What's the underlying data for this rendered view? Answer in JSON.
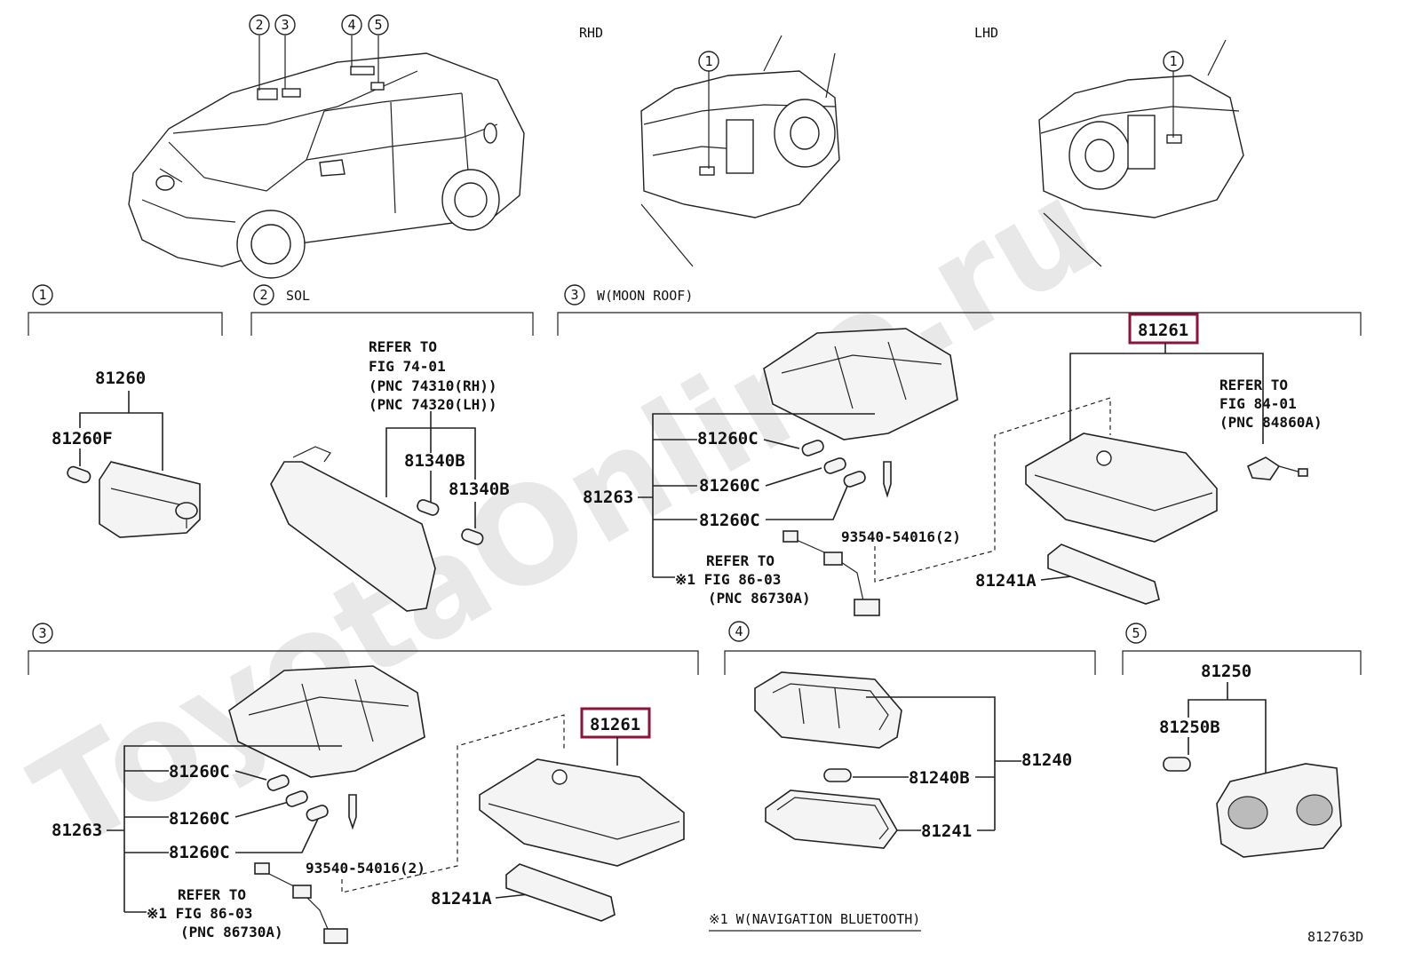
{
  "watermark": "ToyotaOnline.ru",
  "figure_id": "812763D",
  "views": {
    "rhd": "RHD",
    "lhd": "LHD"
  },
  "callouts": {
    "c1": "1",
    "c2": "2",
    "c3": "3",
    "c4": "4",
    "c5": "5"
  },
  "sections": {
    "s1": {
      "num": "1",
      "caption": ""
    },
    "s2": {
      "num": "2",
      "caption": "SOL"
    },
    "s3a": {
      "num": "3",
      "caption": "W(MOON ROOF)"
    },
    "s3b": {
      "num": "3",
      "caption": ""
    },
    "s4": {
      "num": "4",
      "caption": ""
    },
    "s5": {
      "num": "5",
      "caption": ""
    }
  },
  "labels": {
    "p81260": "81260",
    "p81260F": "81260F",
    "refer_sol_1": "REFER TO",
    "refer_sol_2": "FIG 74-01",
    "refer_sol_3": "(PNC 74310(RH))",
    "refer_sol_4": "(PNC 74320(LH))",
    "p81340B_1": "81340B",
    "p81340B_2": "81340B",
    "a_81261": "81261",
    "a_refer84_1": "REFER TO",
    "a_refer84_2": "FIG 84-01",
    "a_refer84_3": "(PNC 84860A)",
    "a_81260C_1": "81260C",
    "a_81260C_2": "81260C",
    "a_81260C_3": "81260C",
    "a_81263": "81263",
    "a_93540": "93540-54016(2)",
    "a_refer86_1": "REFER TO",
    "a_refer86_2": "※1 FIG 86-03",
    "a_refer86_3": "(PNC 86730A)",
    "a_81241A": "81241A",
    "b_81261": "81261",
    "b_81260C_1": "81260C",
    "b_81260C_2": "81260C",
    "b_81260C_3": "81260C",
    "b_81263": "81263",
    "b_93540": "93540-54016(2)",
    "b_refer86_1": "REFER TO",
    "b_refer86_2": "※1 FIG 86-03",
    "b_refer86_3": "(PNC 86730A)",
    "b_81241A": "81241A",
    "p81240": "81240",
    "p81240B": "81240B",
    "p81241": "81241",
    "p81250": "81250",
    "p81250B": "81250B",
    "footnote": "※1 W(NAVIGATION BLUETOOTH)"
  },
  "colors": {
    "highlight": "#8a1538",
    "line": "#222222"
  }
}
